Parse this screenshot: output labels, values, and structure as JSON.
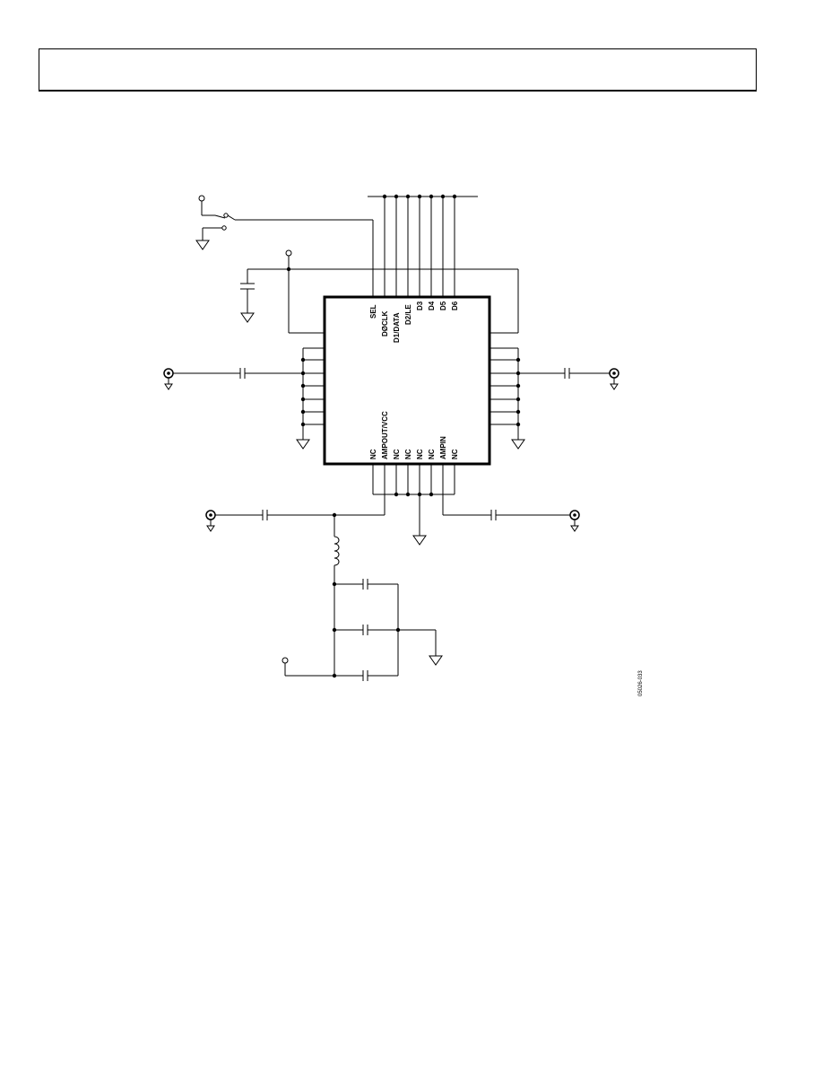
{
  "header": {
    "text": ""
  },
  "schematic": {
    "top_pins": [
      "SEL",
      "DØCLK",
      "D1/DATA",
      "D2/LE",
      "D3",
      "D4",
      "D5",
      "D6"
    ],
    "bottom_pins": [
      "NC",
      "AMPOUT/VCC",
      "NC",
      "NC",
      "NC",
      "NC",
      "AMPIN",
      "NC"
    ],
    "doc_id": "05026-033",
    "colors": {
      "line": "#000000",
      "background": "#ffffff"
    }
  }
}
